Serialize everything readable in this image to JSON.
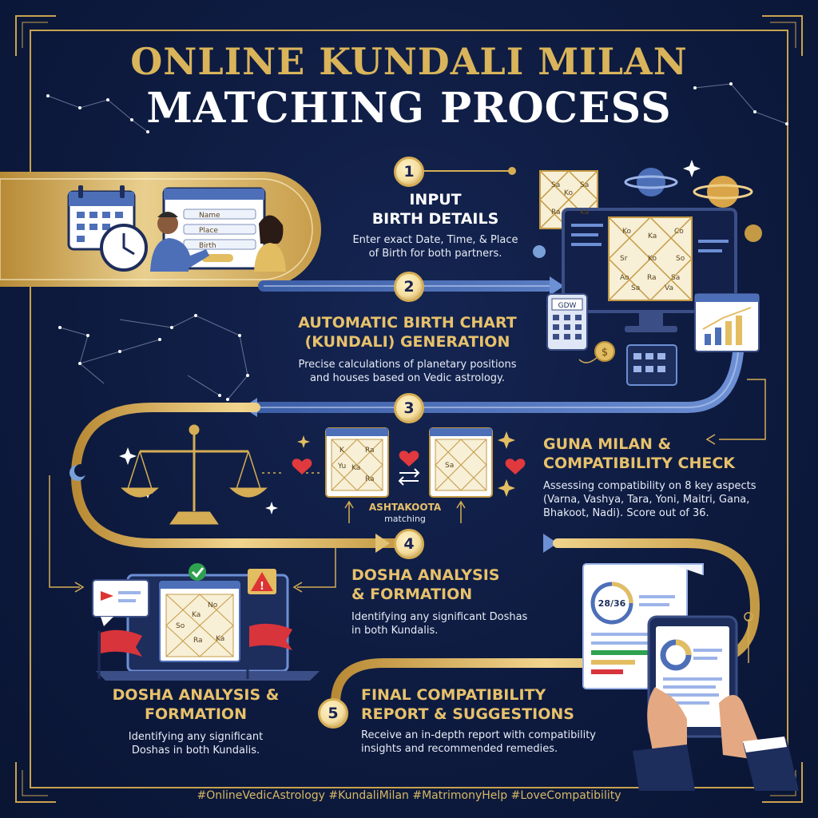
{
  "title": {
    "line1": "ONLINE KUNDALI MILAN",
    "line2": "MATCHING PROCESS"
  },
  "steps": [
    {
      "number": "1",
      "title_line1": "INPUT",
      "title_line2": "BIRTH DETAILS",
      "desc_line1": "Enter exact Date, Time, & Place",
      "desc_line2": "of Birth for both partners."
    },
    {
      "number": "2",
      "title_line1": "AUTOMATIC BIRTH CHART",
      "title_line2": "(KUNDALI) GENERATION",
      "desc_line1": "Precise calculations of planetary positions",
      "desc_line2": "and houses based on Vedic astrology."
    },
    {
      "number": "3",
      "title_line1": "GUNA MILAN &",
      "title_line2": "COMPATIBILITY CHECK",
      "desc_line1": "Assessing compatibility on 8 key aspects",
      "desc_line2": "(Varna, Vashya, Tara, Yoni, Maitri, Gana,",
      "desc_line3": "Bhakoot, Nadi). Score out of 36."
    },
    {
      "number": "4",
      "title_line1": "DOSHA ANALYSIS",
      "title_line2": "& FORMATION",
      "desc_line1": "Identifying any significant Doshas",
      "desc_line2": "in both Kundalis."
    },
    {
      "number": "5",
      "title_line1": "FINAL COMPATIBILITY",
      "title_line2": "REPORT & SUGGESTIONS",
      "desc_line1": "Receive an in-depth report with compatibility",
      "desc_line2": "insights and recommended remedies."
    }
  ],
  "left_dosha": {
    "title_line1": "DOSHA ANALYSIS &",
    "title_line2": "FORMATION",
    "desc_line1": "Identifying any significant",
    "desc_line2": "Doshas in both Kundalis."
  },
  "ashtakoota": {
    "label": "ASHTAKOOTA",
    "sub": "matching"
  },
  "form_fields": [
    "Name",
    "Place",
    "Birth"
  ],
  "calculator_display": "GDW",
  "score": "28/36",
  "chart_labels": {
    "monitor": [
      "Ko",
      "Ka",
      "Co",
      "Sr",
      "Ko",
      "So",
      "Ao",
      "Ra",
      "Sa",
      "Sa",
      "Va"
    ],
    "panel": [
      "Sa",
      "Ko",
      "Sa",
      "Ra",
      "Ka"
    ],
    "match_left": [
      "K",
      "Ra",
      "Yu",
      "Ka",
      "Ra"
    ],
    "match_right": [
      "Sa"
    ],
    "laptop": [
      "No",
      "Ka",
      "So",
      "Ra",
      "Ka"
    ]
  },
  "hashtags": "#OnlineVedicAstrology #KundaliMilan #MatrimonyHelp #LoveCompatibility",
  "colors": {
    "background": "#0d1a3e",
    "gold": "#d5ad55",
    "blue_path": "#4d6fb8",
    "white": "#ffffff"
  }
}
